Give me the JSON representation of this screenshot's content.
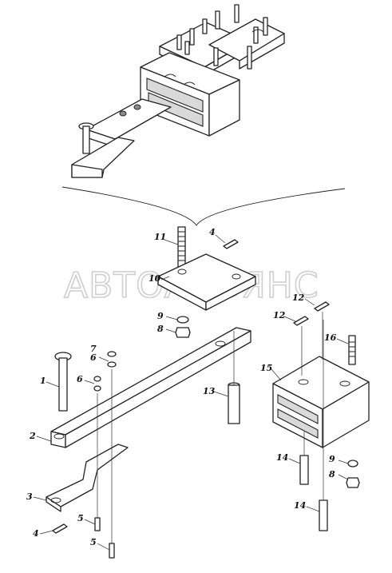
{
  "watermark": "АВТОАЛЬЯНС",
  "callouts": {
    "c1": "1",
    "c2": "2",
    "c3": "3",
    "c4a": "4",
    "c4b": "4",
    "c5a": "5",
    "c5b": "5",
    "c6": "6",
    "c6b": "6",
    "c7": "7",
    "c8a": "8",
    "c8b": "8",
    "c9a": "9",
    "c9b": "9",
    "c10": "10",
    "c11": "11",
    "c12a": "12",
    "c12b": "12",
    "c13": "13",
    "c14a": "14",
    "c14b": "14",
    "c15": "15",
    "c16": "16"
  }
}
